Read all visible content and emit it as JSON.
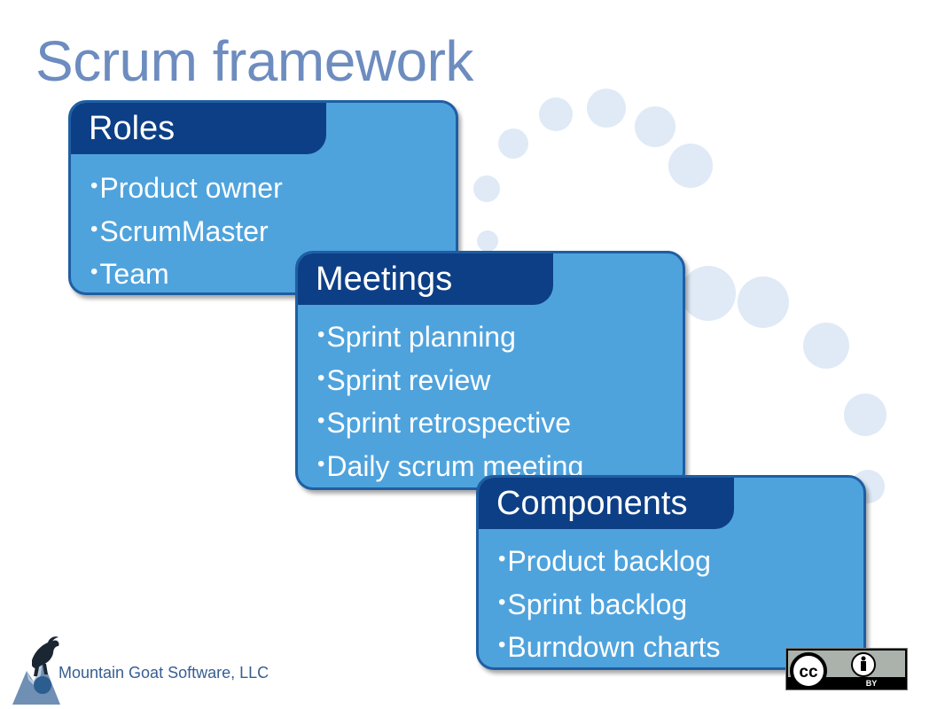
{
  "slide": {
    "title": "Scrum framework",
    "cards": [
      {
        "id": "roles",
        "header": "Roles",
        "items": [
          "Product owner",
          "ScrumMaster",
          "Team"
        ]
      },
      {
        "id": "meetings",
        "header": "Meetings",
        "items": [
          "Sprint planning",
          "Sprint review",
          "Sprint retrospective",
          "Daily scrum meeting"
        ]
      },
      {
        "id": "components",
        "header": "Components",
        "items": [
          "Product backlog",
          "Sprint backlog",
          "Burndown charts"
        ]
      }
    ],
    "footer": {
      "company": "Mountain Goat Software, LLC",
      "logo_icon": "mountain-goat-logo-icon",
      "license_icon": "cc-by-license-icon",
      "license_badge_text": "BY"
    },
    "colors": {
      "title": "#6d8cbf",
      "card_fill": "#4fa3dd",
      "card_border": "#1f5ea3",
      "header_fill": "#0d3f86",
      "dots": "#dfeaf6"
    },
    "bullet_glyph": "•"
  }
}
